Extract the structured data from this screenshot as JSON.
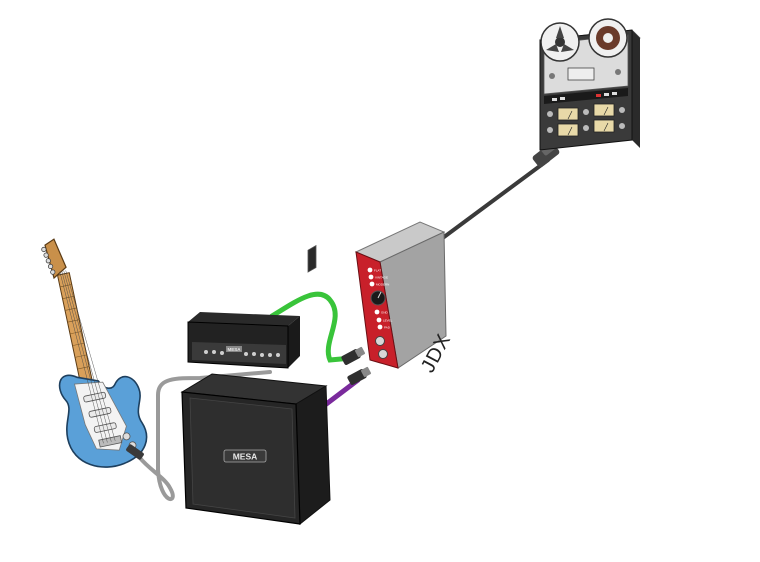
{
  "labels": {
    "device": "JDX",
    "cab_brand": "MESA",
    "head_brand": "MESA",
    "panel_controls": [
      "FLAT",
      "VINTAGE",
      "MODERN",
      "GND",
      "LEVEL",
      "PAD"
    ]
  },
  "colors": {
    "guitar_body": "#5aa0d8",
    "guitar_neck": "#c9904a",
    "green_cable": "#39c43a",
    "purple_cable": "#7a2a9c",
    "jdx_face": "#c8202a",
    "cable_dark": "#333333",
    "cable_grey": "#9a9a9a"
  },
  "components": [
    "electric-guitar",
    "amp-head",
    "speaker-cabinet",
    "jdx-di-box",
    "reel-to-reel-recorder"
  ]
}
